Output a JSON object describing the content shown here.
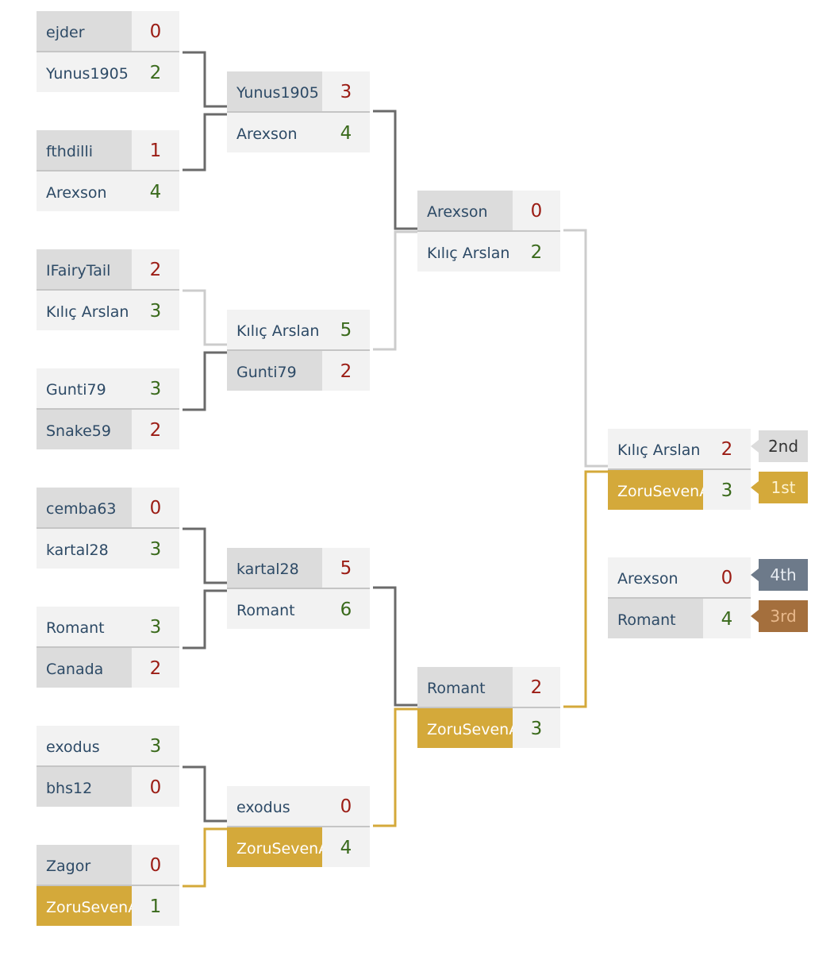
{
  "matches": [
    {
      "id": "r1m1",
      "top": {
        "name": "ejder",
        "score": "0",
        "result": "lose"
      },
      "bottom": {
        "name": "Yunus1905",
        "score": "2",
        "result": "win"
      }
    },
    {
      "id": "r1m2",
      "top": {
        "name": "fthdilli",
        "score": "1",
        "result": "lose"
      },
      "bottom": {
        "name": "Arexson",
        "score": "4",
        "result": "win"
      }
    },
    {
      "id": "r1m3",
      "top": {
        "name": "IFairyTail",
        "score": "2",
        "result": "lose"
      },
      "bottom": {
        "name": "Kılıç Arslan",
        "score": "3",
        "result": "win"
      }
    },
    {
      "id": "r1m4",
      "top": {
        "name": "Gunti79",
        "score": "3",
        "result": "win"
      },
      "bottom": {
        "name": "Snake59",
        "score": "2",
        "result": "lose"
      }
    },
    {
      "id": "r1m5",
      "top": {
        "name": "cemba63",
        "score": "0",
        "result": "lose"
      },
      "bottom": {
        "name": "kartal28",
        "score": "3",
        "result": "win"
      }
    },
    {
      "id": "r1m6",
      "top": {
        "name": "Romant",
        "score": "3",
        "result": "win"
      },
      "bottom": {
        "name": "Canada",
        "score": "2",
        "result": "lose"
      }
    },
    {
      "id": "r1m7",
      "top": {
        "name": "exodus",
        "score": "3",
        "result": "win"
      },
      "bottom": {
        "name": "bhs12",
        "score": "0",
        "result": "lose"
      }
    },
    {
      "id": "r1m8",
      "top": {
        "name": "Zagor",
        "score": "0",
        "result": "lose"
      },
      "bottom": {
        "name": "ZoruSevenAdam",
        "score": "1",
        "result": "win",
        "highlight": true
      }
    },
    {
      "id": "r2m1",
      "top": {
        "name": "Yunus1905",
        "score": "3",
        "result": "lose"
      },
      "bottom": {
        "name": "Arexson",
        "score": "4",
        "result": "win"
      }
    },
    {
      "id": "r2m2",
      "top": {
        "name": "Kılıç Arslan",
        "score": "5",
        "result": "win"
      },
      "bottom": {
        "name": "Gunti79",
        "score": "2",
        "result": "lose"
      }
    },
    {
      "id": "r2m3",
      "top": {
        "name": "kartal28",
        "score": "5",
        "result": "lose"
      },
      "bottom": {
        "name": "Romant",
        "score": "6",
        "result": "win"
      }
    },
    {
      "id": "r2m4",
      "top": {
        "name": "exodus",
        "score": "0",
        "result": "lose"
      },
      "bottom": {
        "name": "ZoruSevenAdam",
        "score": "4",
        "result": "win",
        "highlight": true
      }
    },
    {
      "id": "r3m1",
      "top": {
        "name": "Arexson",
        "score": "0",
        "result": "lose"
      },
      "bottom": {
        "name": "Kılıç Arslan",
        "score": "2",
        "result": "win"
      }
    },
    {
      "id": "r3m2",
      "top": {
        "name": "Romant",
        "score": "2",
        "result": "lose"
      },
      "bottom": {
        "name": "ZoruSevenAdam",
        "score": "3",
        "result": "win",
        "highlight": true
      }
    },
    {
      "id": "final",
      "top": {
        "name": "Kılıç Arslan",
        "score": "2",
        "result": "lose",
        "place": "2nd"
      },
      "bottom": {
        "name": "ZoruSevenAdam",
        "score": "3",
        "result": "win",
        "highlight": true,
        "place": "1st"
      }
    },
    {
      "id": "third",
      "top": {
        "name": "Arexson",
        "score": "0",
        "result": "lose",
        "place": "4th"
      },
      "bottom": {
        "name": "Romant",
        "score": "4",
        "result": "win",
        "place": "3rd"
      }
    }
  ],
  "placeColors": {
    "1st": {
      "bg": "#d4a93a",
      "fg": "#fdf2cf"
    },
    "2nd": {
      "bg": "#dcdcdc",
      "fg": "#333333"
    },
    "3rd": {
      "bg": "#a46f3d",
      "fg": "#e9b98c"
    },
    "4th": {
      "bg": "#6d7a8a",
      "fg": "#e6ebf1"
    }
  },
  "colors": {
    "winPath": "#d4a93a",
    "connector": "#6a6a6a",
    "connectorLight": "#cccccc",
    "winScore": "#3a6a1c",
    "loseScore": "#9b1c14"
  }
}
